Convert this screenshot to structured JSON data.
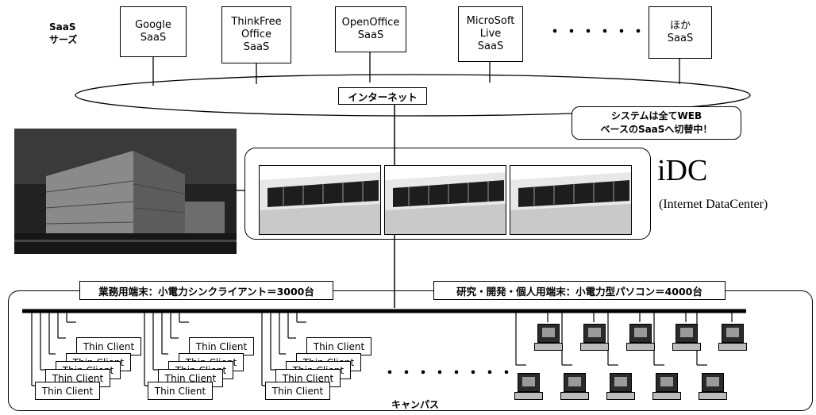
{
  "saas": {
    "label": "SaaS\nサーズ",
    "boxes": [
      {
        "id": "google",
        "text": "Google\nSaaS"
      },
      {
        "id": "thinkfree",
        "text": "ThinkFree\nOffice\nSaaS"
      },
      {
        "id": "openoffice",
        "text": "OpenOffice\nSaaS"
      },
      {
        "id": "microsoft",
        "text": "MicroSoft\nLive\nSaaS"
      },
      {
        "id": "other",
        "text": "ほか\nSaaS"
      }
    ],
    "dots": "・・・・・・・・・"
  },
  "internet": {
    "label": "インターネット",
    "note": "システムは全てWEB\nベースのSaaSへ切替中！"
  },
  "idc": {
    "title": "iDC",
    "subtitle": "(Internet DataCenter)"
  },
  "campus": {
    "business_label": "業務用端末：小電力シンクライアント＝3000台",
    "research_label": "研究・開発・個人用端末：小電力型パソコン＝4000台",
    "thin_client_label": "Thin Client",
    "dots": "・・・・・・・・",
    "name": "キャンパス"
  },
  "colors": {
    "line": "#000000",
    "background": "#ffffff",
    "photo": "#1c1c1c"
  }
}
